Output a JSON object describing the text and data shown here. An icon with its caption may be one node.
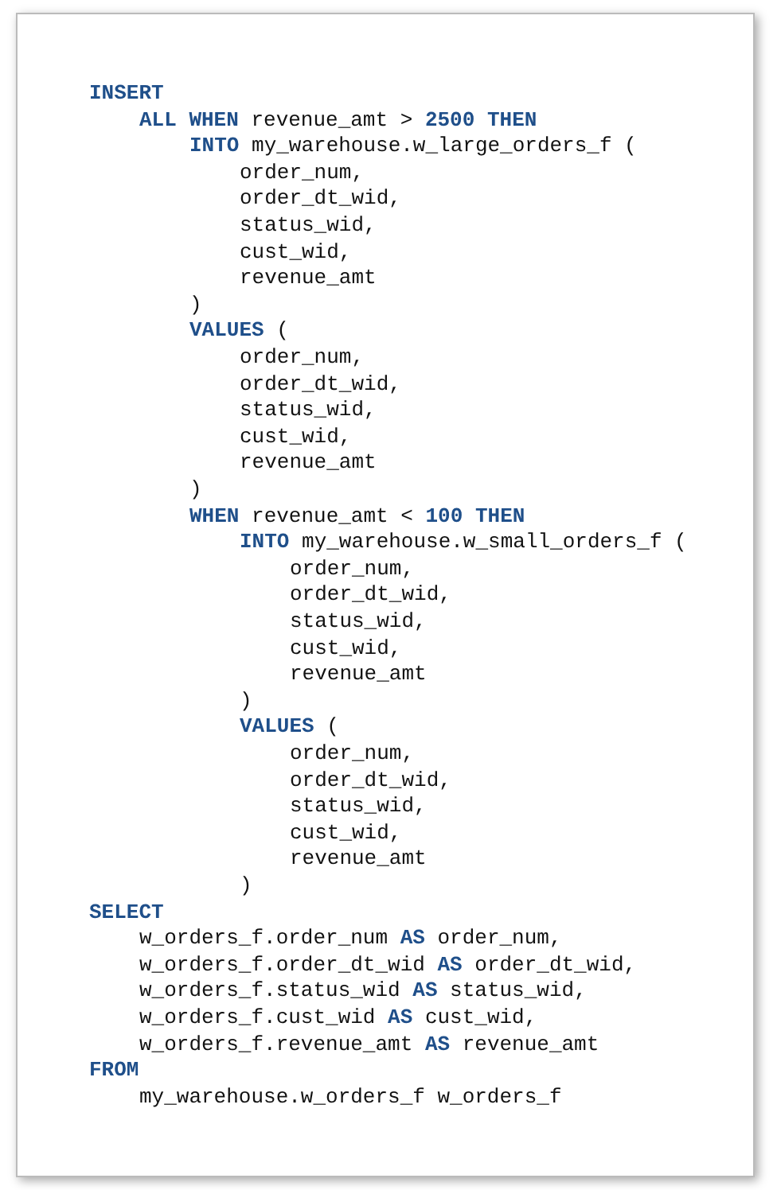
{
  "diagram": {
    "labels": [
      "**INSERT**",
      "**ALL WHEN** revenue_amt > **2500** **THEN**",
      "**INTO** my_warehouse.w_large_orders_f (",
      "order_num,",
      "order_dt_wid,",
      "status_wid,",
      "cust_wid,",
      "revenue_amt",
      ")",
      "**VALUES** (",
      "order_num,",
      "order_dt_wid,",
      "status_wid,",
      "cust_wid,",
      "revenue_amt",
      ")",
      "**WHEN** revenue_amt < **100** **THEN**",
      "**INTO** my_warehouse.w_small_orders_f (",
      "order_num,",
      "order_dt_wid,",
      "status_wid,",
      "cust_wid,",
      "revenue_amt",
      ")",
      "**VALUES** (",
      "order_num,",
      "order_dt_wid,",
      "status_wid,",
      "cust_wid,",
      "revenue_amt",
      ")",
      "**SELECT**",
      "w_orders_f.order_num **AS** order_num,",
      "w_orders_f.order_dt_wid **AS** order_dt_wid,",
      "w_orders_f.status_wid **AS** status_wid,",
      "w_orders_f.cust_wid **AS** cust_wid,",
      "w_orders_f.revenue_amt **AS** revenue_amt",
      "**FROM**",
      "my_warehouse.w_orders_f w_orders_f"
    ]
  }
}
